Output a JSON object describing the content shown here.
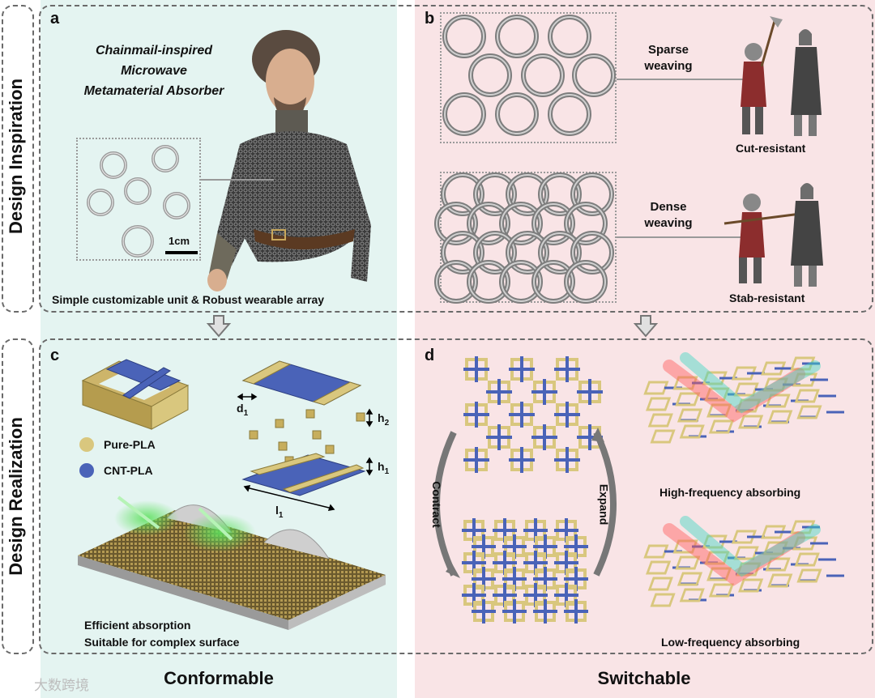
{
  "side_labels": {
    "top": "Design Inspiration",
    "bottom": "Design Realization"
  },
  "panels": {
    "a": {
      "letter": "a",
      "title_lines": [
        "Chainmail-inspired",
        "Microwave",
        "Metamaterial Absorber"
      ],
      "scale": "1cm",
      "caption": "Simple customizable unit & Robust wearable array"
    },
    "b": {
      "letter": "b",
      "sparse_lines": [
        "Sparse",
        "weaving"
      ],
      "dense_lines": [
        "Dense",
        "weaving"
      ],
      "cut_label": "Cut-resistant",
      "stab_label": "Stab-resistant"
    },
    "c": {
      "letter": "c",
      "legend": [
        {
          "label": "Pure-PLA",
          "color": "#d9c77e"
        },
        {
          "label": "CNT-PLA",
          "color": "#4a63b8"
        }
      ],
      "dims": {
        "d": "d",
        "d_sub": "1",
        "h2": "h",
        "h2_sub": "2",
        "h1": "h",
        "h1_sub": "1",
        "l": "l",
        "l_sub": "1"
      },
      "caption_lines": [
        "Efficient absorption",
        "Suitable for complex surface"
      ]
    },
    "d": {
      "letter": "d",
      "contract": "Contract",
      "expand": "Expand",
      "high": "High-frequency absorbing",
      "low": "Low-frequency absorbing"
    }
  },
  "footer": {
    "left": "Conformable",
    "right": "Switchable",
    "watermark": "大数跨境"
  },
  "colors": {
    "pla": "#d9c77e",
    "cnt": "#4a63b8",
    "left_bg": "#e4f4f1",
    "right_bg": "#f9e4e6"
  }
}
